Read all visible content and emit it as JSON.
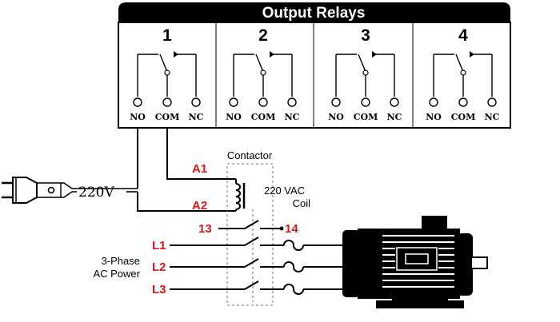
{
  "relay_panel": {
    "title": "Output Relays",
    "relays": [
      {
        "number": "1",
        "terminals": [
          "NO",
          "COM",
          "NC"
        ]
      },
      {
        "number": "2",
        "terminals": [
          "NO",
          "COM",
          "NC"
        ]
      },
      {
        "number": "3",
        "terminals": [
          "NO",
          "COM",
          "NC"
        ]
      },
      {
        "number": "4",
        "terminals": [
          "NO",
          "COM",
          "NC"
        ]
      }
    ]
  },
  "plug": {
    "voltage": "220V"
  },
  "contactor": {
    "title": "Contactor",
    "coil_terminals": [
      "A1",
      "A2"
    ],
    "coil_label_line1": "220 VAC",
    "coil_label_line2": "Coil",
    "aux_terminals": [
      "13",
      "14"
    ]
  },
  "power_input": {
    "label_line1": "3-Phase",
    "label_line2": "AC Power",
    "lines": [
      "L1",
      "L2",
      "L3"
    ]
  },
  "colors": {
    "label_red": "#e0141b",
    "line": "#000000",
    "panel_header": "#000000"
  },
  "icons": [
    "plug-icon",
    "coil-icon",
    "fuse-icon",
    "motor-icon"
  ]
}
